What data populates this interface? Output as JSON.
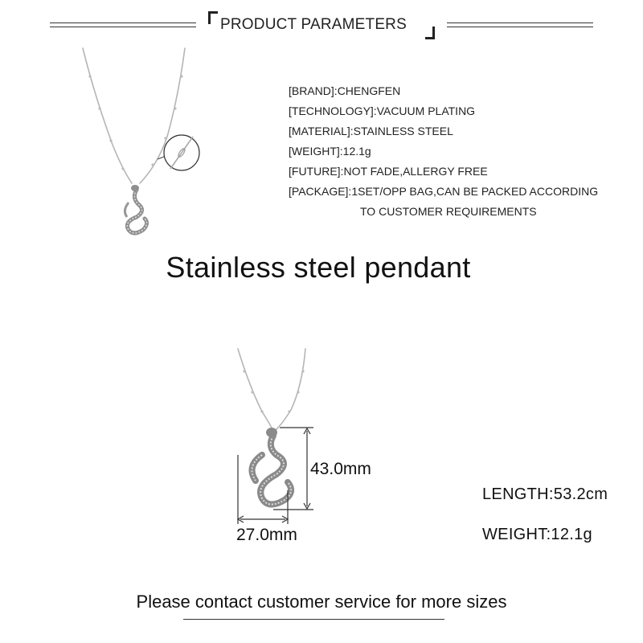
{
  "header": {
    "title": "PRODUCT PARAMETERS"
  },
  "parameters": [
    {
      "label": "[BRAND]:",
      "value": "CHENGFEN"
    },
    {
      "label": "[TECHNOLOGY]:",
      "value": "VACUUM PLATING"
    },
    {
      "label": "[MATERIAL]:",
      "value": "STAINLESS STEEL"
    },
    {
      "label": "[WEIGHT]:",
      "value": "12.1g"
    },
    {
      "label": "[FUTURE]:",
      "value": "NOT FADE,ALLERGY FREE"
    },
    {
      "label": "[PACKAGE]:",
      "value": "1SET/OPP BAG,CAN BE PACKED ACCORDING"
    }
  ],
  "package_continuation": "TO CUSTOMER REQUIREMENTS",
  "main_title": "Stainless steel pendant",
  "dimensions": {
    "height": "43.0mm",
    "width": "27.0mm"
  },
  "specs": {
    "length": "LENGTH:53.2cm",
    "weight": "WEIGHT:12.1g"
  },
  "footer": "Please contact customer service for more sizes",
  "colors": {
    "text": "#1a1a1a",
    "metal": "#9a9a9a",
    "background": "#ffffff"
  }
}
